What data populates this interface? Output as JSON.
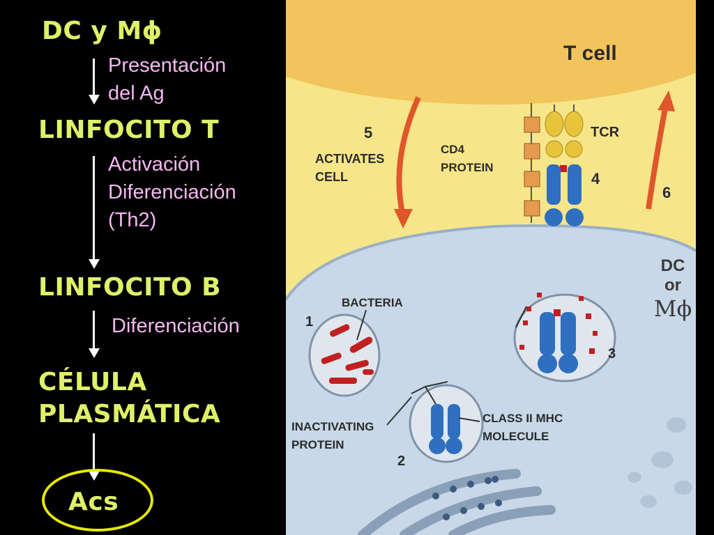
{
  "flow": {
    "step1": "DC y Mϕ",
    "step1_note_1": "Presentación",
    "step1_note_2": "del Ag",
    "step2": "LINFOCITO T",
    "step2_note_1": "Activación",
    "step2_note_2": "Diferenciación",
    "step2_note_3": "(Th2)",
    "step3": "LINFOCITO B",
    "step3_note": "Diferenciación",
    "step4_line1": "CÉLULA",
    "step4_line2": "PLASMÁTICA",
    "step5": "Acs"
  },
  "diagram": {
    "t_cell": "T cell",
    "step5_num": "5",
    "activates_1": "ACTIVATES",
    "activates_2": "CELL",
    "cd4_1": "CD4",
    "cd4_2": "PROTEIN",
    "tcr": "TCR",
    "step4_num": "4",
    "step6_num": "6",
    "bacteria": "BACTERIA",
    "step1_num": "1",
    "step2_num": "2",
    "step3_num": "3",
    "inactivating_1": "INACTIVATING",
    "inactivating_2": "PROTEIN",
    "mhc_1": "CLASS II MHC",
    "mhc_2": "MOLECULE",
    "dc_1": "DC",
    "dc_2": "or",
    "dc_3": "Mϕ"
  },
  "colors": {
    "heading": "#dff06a",
    "note": "#f4b8f0",
    "oval": "#e6e800",
    "tcell": "#f2c45c",
    "apc": "#c8d8e8",
    "receptor": "#2f6fc0",
    "tcr": "#e8c43a",
    "arrow": "#e0562a"
  }
}
